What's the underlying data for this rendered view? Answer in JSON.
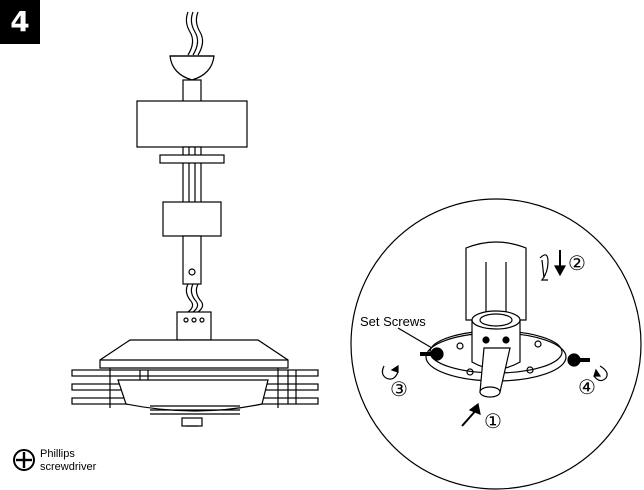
{
  "step_number": "4",
  "callout_label": "Set Screws",
  "step_markers": [
    "①",
    "②",
    "③",
    "④"
  ],
  "tool": {
    "line1": "Phillips",
    "line2": "screwdriver",
    "icon": "phillips-screwdriver-icon"
  }
}
